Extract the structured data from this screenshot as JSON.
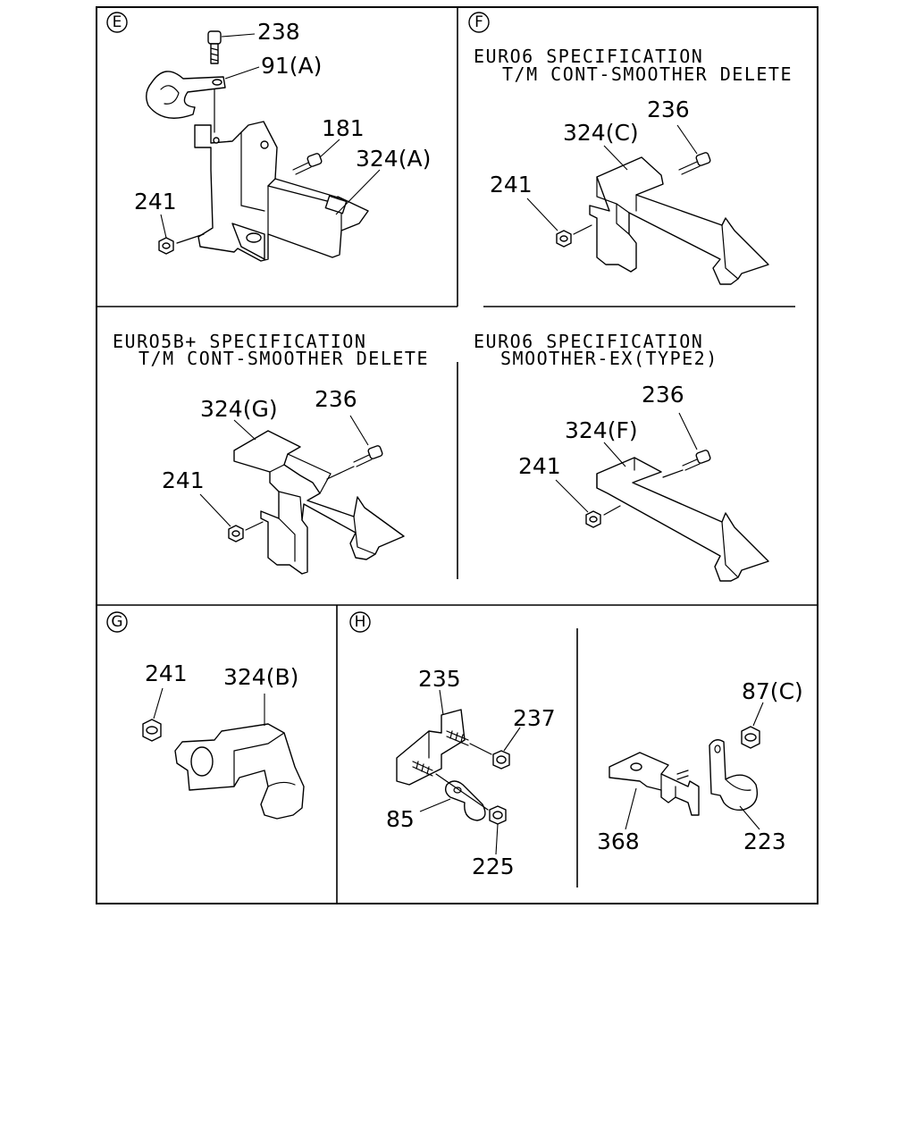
{
  "panels": {
    "e": {
      "marker": "E",
      "labels": {
        "p238": "238",
        "p91a": "91(A)",
        "p181": "181",
        "p324a": "324(A)",
        "p241": "241"
      }
    },
    "f": {
      "marker": "F",
      "spec_line1": "EURO6 SPECIFICATION",
      "spec_line2": "T/M CONT-SMOOTHER DELETE",
      "labels": {
        "p236": "236",
        "p324c": "324(C)",
        "p241": "241"
      }
    },
    "euro5": {
      "spec_line1": "EURO5B+ SPECIFICATION",
      "spec_line2": "T/M CONT-SMOOTHER DELETE",
      "labels": {
        "p324g": "324(G)",
        "p236": "236",
        "p241": "241"
      }
    },
    "euro6ex": {
      "spec_line1": "EURO6 SPECIFICATION",
      "spec_line2": "SMOOTHER-EX(TYPE2)",
      "labels": {
        "p236": "236",
        "p324f": "324(F)",
        "p241": "241"
      }
    },
    "g": {
      "marker": "G",
      "labels": {
        "p241": "241",
        "p324b": "324(B)"
      }
    },
    "h": {
      "marker": "H",
      "labels": {
        "p235": "235",
        "p237": "237",
        "p85": "85",
        "p225": "225",
        "p87c": "87(C)",
        "p368": "368",
        "p223": "223"
      }
    }
  }
}
